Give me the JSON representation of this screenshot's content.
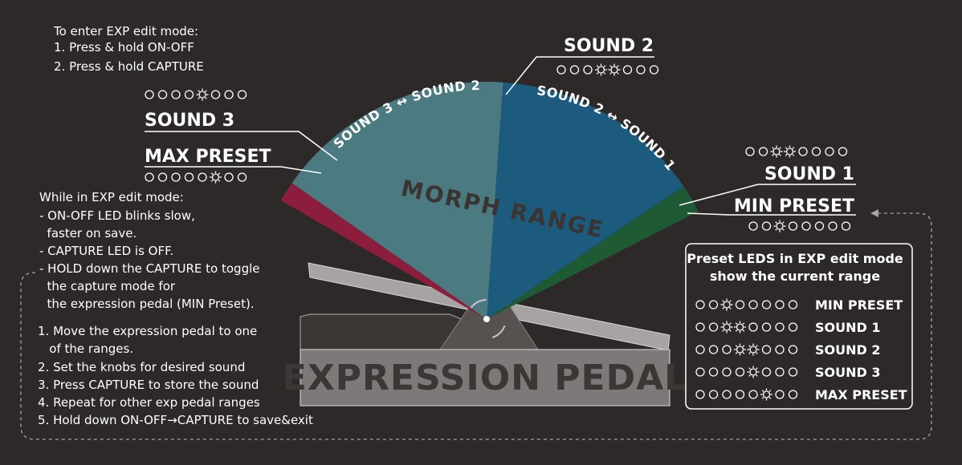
{
  "colors": {
    "background": "#2d2928",
    "sound3_to_sound2_segment": "#4b7a80",
    "sound2_to_sound1_segment": "#1c5b7d",
    "max_preset_segment": "#8c1d3c",
    "min_preset_segment": "#1e5a34"
  },
  "enter_instructions": {
    "title": "To enter EXP edit mode:",
    "steps": [
      "1. Press & hold ON-OFF",
      "2. Press & hold CAPTURE"
    ]
  },
  "edit_mode_notes": [
    "While in EXP edit mode:",
    "- ON-OFF LED blinks slow,",
    "  faster on save.",
    "- CAPTURE LED is OFF.",
    "- HOLD down the CAPTURE to toggle",
    "  the capture mode for",
    "  the expression pedal (MIN Preset)."
  ],
  "procedure_steps": [
    "1. Move the expression pedal to one",
    "   of the ranges.",
    "2. Set the knobs for desired sound",
    "3. Press CAPTURE to store the sound",
    "4. Repeat for other exp pedal ranges",
    "5. Hold down ON-OFF→CAPTURE to save&exit"
  ],
  "labels": {
    "sound3": "SOUND 3",
    "max_preset": "MAX PRESET",
    "sound2": "SOUND 2",
    "sound1": "SOUND 1",
    "min_preset": "MIN PRESET",
    "arc_left": "SOUND 3 ↔ SOUND 2",
    "arc_right": "SOUND 2 ↔ SOUND 1",
    "morph_range": "MORPH RANGE",
    "expression_pedal": "EXPRESSION PEDAL"
  },
  "led_indicators": {
    "sound3": [
      4
    ],
    "max_preset": [
      5
    ],
    "sound2": [
      3,
      4
    ],
    "sound1": [
      2,
      3
    ],
    "min_preset": [
      2
    ]
  },
  "legend": {
    "title_line1": "Preset LEDS in EXP edit mode",
    "title_line2": "show the current range",
    "rows": [
      {
        "label": "MIN PRESET",
        "lit": [
          2
        ]
      },
      {
        "label": "SOUND 1",
        "lit": [
          2,
          3
        ]
      },
      {
        "label": "SOUND 2",
        "lit": [
          3,
          4
        ]
      },
      {
        "label": "SOUND 3",
        "lit": [
          4
        ]
      },
      {
        "label": "MAX PRESET",
        "lit": [
          5
        ]
      }
    ]
  }
}
